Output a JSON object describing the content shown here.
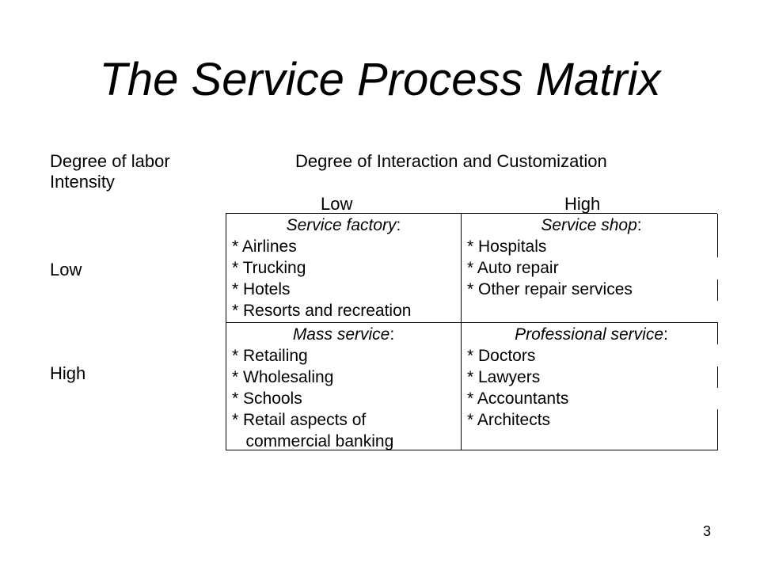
{
  "slide": {
    "title": "The Service Process Matrix",
    "page_number": "3"
  },
  "axes": {
    "y_title_line1": "Degree of labor",
    "y_title_line2": "Intensity",
    "x_title": "Degree of Interaction and Customization",
    "columns": [
      "Low",
      "High"
    ],
    "rows": [
      "Low",
      "High"
    ]
  },
  "matrix": {
    "service_factory": {
      "name": "Service factory",
      "colon": ":",
      "items": [
        "*  Airlines",
        "*  Trucking",
        "*  Hotels",
        "*  Resorts and recreation"
      ]
    },
    "service_shop": {
      "name": "Service shop",
      "colon": ":",
      "items": [
        "*  Hospitals",
        "*  Auto repair",
        "*  Other repair services"
      ]
    },
    "mass_service": {
      "name": "Mass service",
      "colon": ":",
      "items": [
        "* Retailing",
        "* Wholesaling",
        "*  Schools",
        "*  Retail aspects of",
        "   commercial banking"
      ]
    },
    "professional_service": {
      "name": "Professional service",
      "colon": ":",
      "items": [
        "* Doctors",
        "* Lawyers",
        "* Accountants",
        "* Architects"
      ]
    }
  }
}
